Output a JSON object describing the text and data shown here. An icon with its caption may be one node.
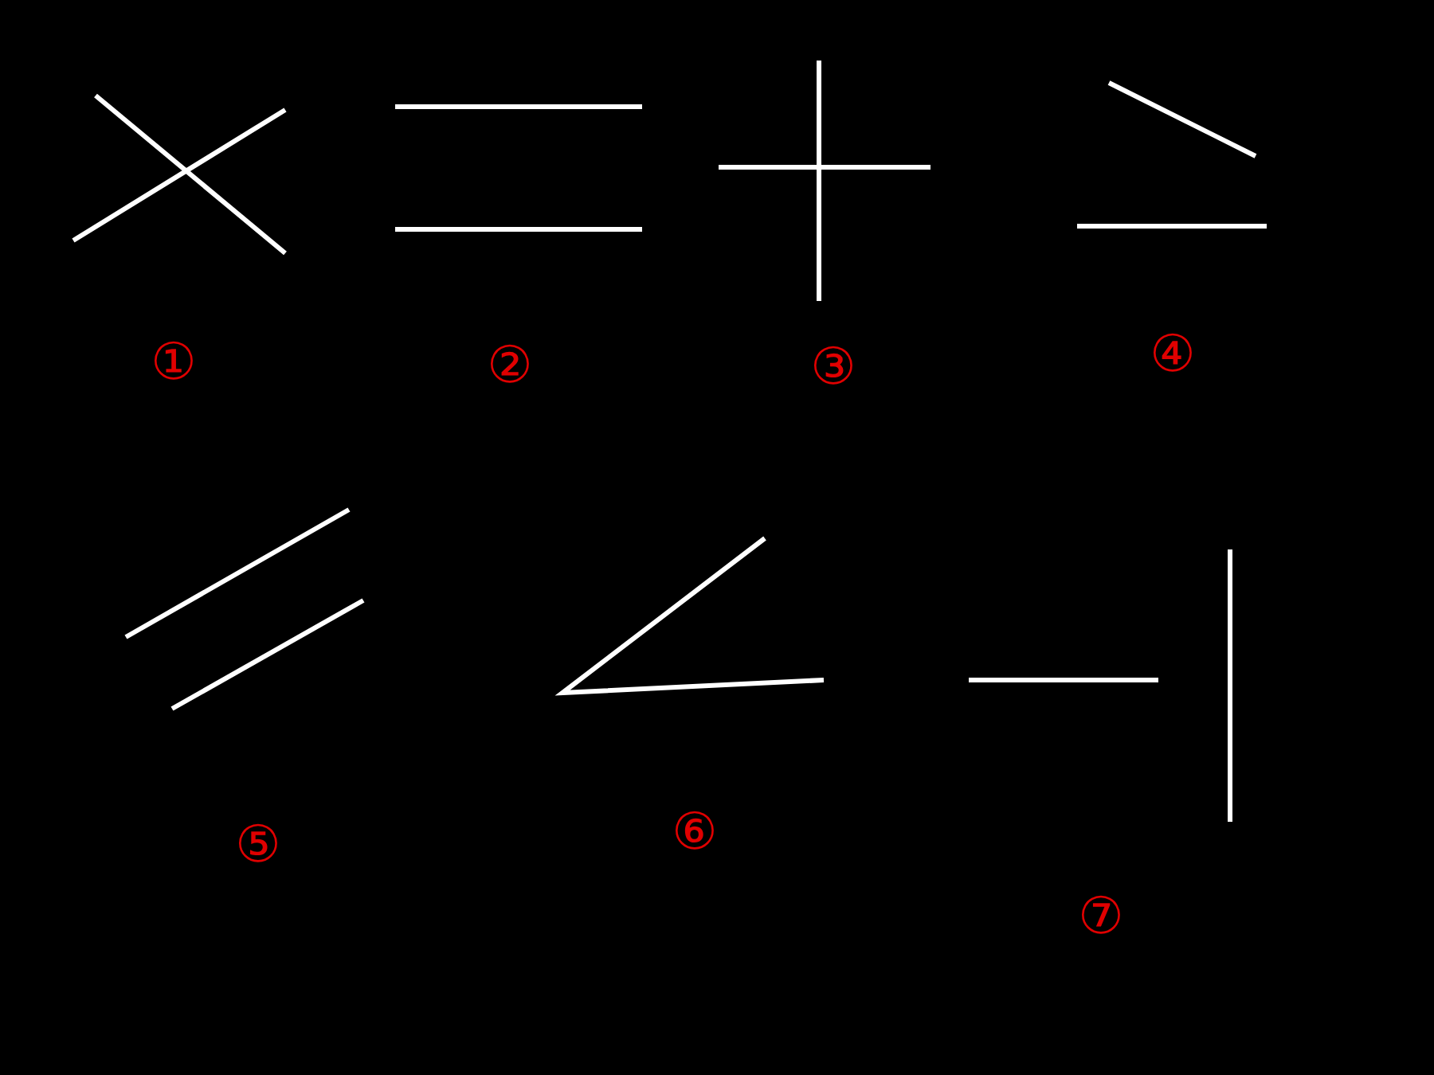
{
  "diagram": {
    "labels": [
      "①",
      "②",
      "③",
      "④",
      "⑤",
      "⑥",
      "⑦"
    ]
  }
}
